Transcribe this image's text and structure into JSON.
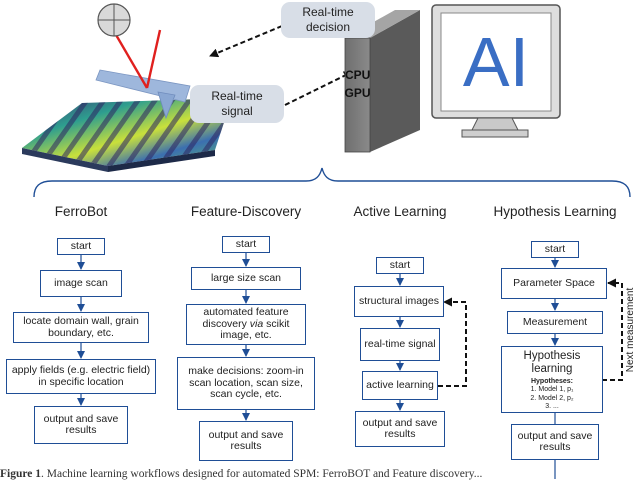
{
  "hardware": {
    "decision_label": "Real-time decision",
    "signal_label": "Real-time signal",
    "cpu_label": "CPU",
    "gpu_label": "GPU",
    "ai_label": "AI"
  },
  "columns": {
    "ferrobot": {
      "title": "FerroBot",
      "steps": [
        "start",
        "image scan",
        "locate domain wall, grain boundary, etc.",
        "apply fields (e.g. electric field) in specific location",
        "output and save results"
      ]
    },
    "feature_discovery": {
      "title": "Feature-Discovery",
      "steps": [
        "start",
        "large size scan",
        "automated feature discovery via scikit image, etc.",
        "make decisions: zoom-in scan location, scan size, scan cycle, etc.",
        "output and save results"
      ]
    },
    "active_learning": {
      "title": "Active Learning",
      "steps": [
        "start",
        "structural images",
        "real-time signal",
        "active learning",
        "output and save results"
      ]
    },
    "hypothesis_learning": {
      "title": "Hypothesis Learning",
      "steps": [
        "start",
        "Parameter Space",
        "Measurement",
        "Hypothesis learning",
        "output and save results"
      ],
      "hypotheses_title": "Hypotheses:",
      "hypotheses": [
        "1. Model 1, p₁",
        "2. Model 2, p₂",
        "3. ..."
      ],
      "loop_label": "Next measurement"
    }
  },
  "caption": {
    "lead": "Figure 1",
    "text": ". Machine learning workflows designed for automated SPM: FerroBOT and Feature discovery..."
  },
  "colors": {
    "box_border": "#1f4e96",
    "arrow": "#1f4e96",
    "callout_bg": "#d8dee7",
    "ai_text": "#3a6ec4",
    "laser": "#e0201e",
    "cantilever": "#9eb7dc"
  }
}
